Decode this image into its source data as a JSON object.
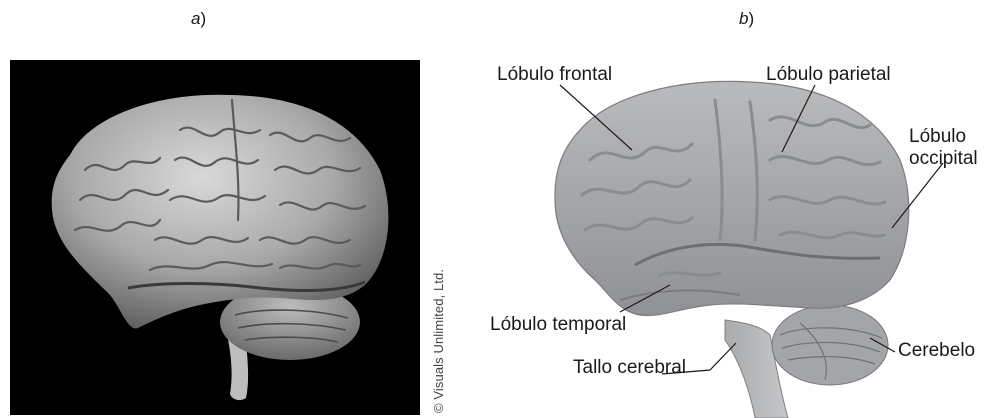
{
  "panels": {
    "a": {
      "letter": "a",
      "paren": ")"
    },
    "b": {
      "letter": "b",
      "paren": ")"
    }
  },
  "credit": "© Visuals Unlimited, Ltd.",
  "labels": {
    "frontal": "Lóbulo frontal",
    "parietal": "Lóbulo parietal",
    "occipital_1": "Lóbulo",
    "occipital_2": "occipital",
    "temporal": "Lóbulo temporal",
    "cerebral": "Tallo cerebral",
    "cerebelo": "Cerebelo"
  }
}
